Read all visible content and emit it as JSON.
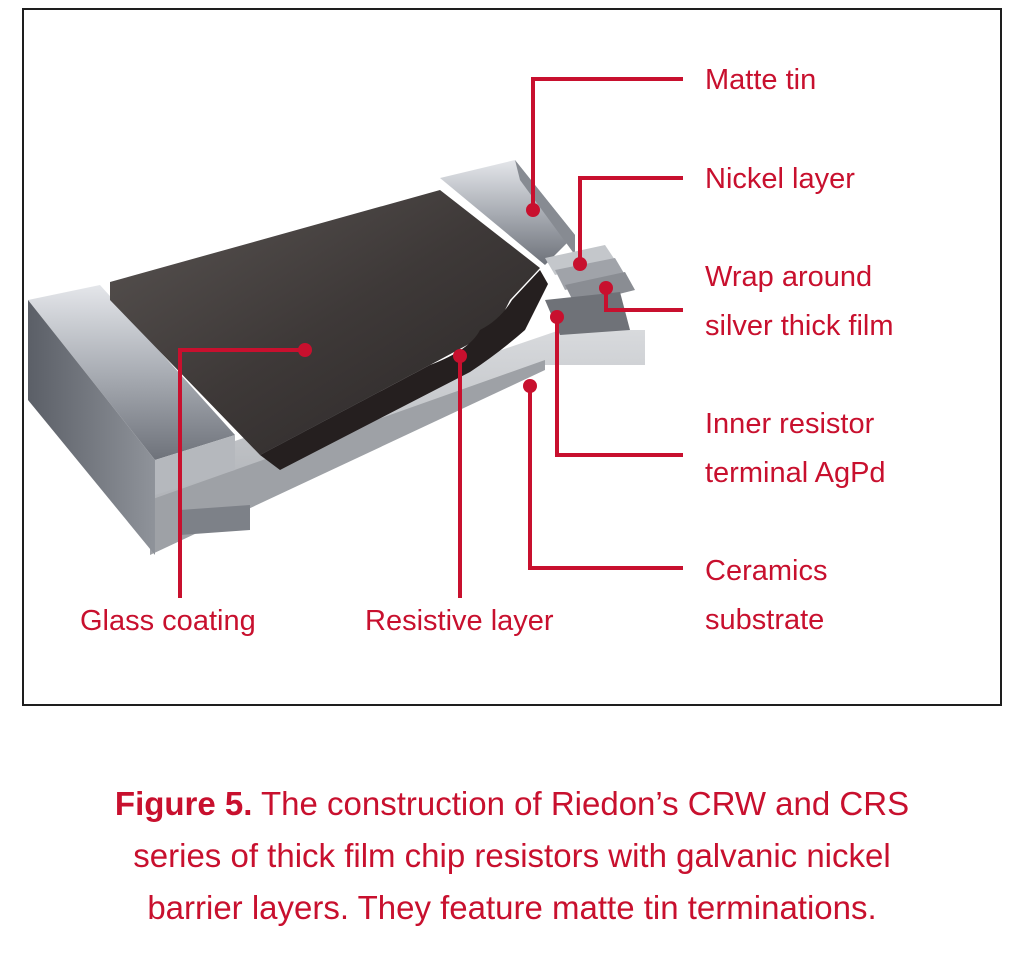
{
  "diagram": {
    "labels": {
      "matte_tin": "Matte tin",
      "nickel_layer": "Nickel layer",
      "wrap_around": [
        "Wrap around",
        "silver thick film"
      ],
      "inner_resistor": [
        "Inner resistor",
        "terminal AgPd"
      ],
      "ceramics": [
        "Ceramics",
        "substrate"
      ],
      "glass_coating": "Glass coating",
      "resistive_layer": "Resistive layer"
    },
    "colors": {
      "accent": "#c8102e",
      "frame": "#1e1e1e",
      "caption_text": "#c8102e"
    }
  },
  "caption": {
    "lead": "Figure 5.",
    "line1_rest": " The construction of Riedon’s CRW and CRS",
    "line2": "series of thick film chip resistors  with galvanic nickel",
    "line3": "barrier layers. They feature matte tin terminations."
  }
}
